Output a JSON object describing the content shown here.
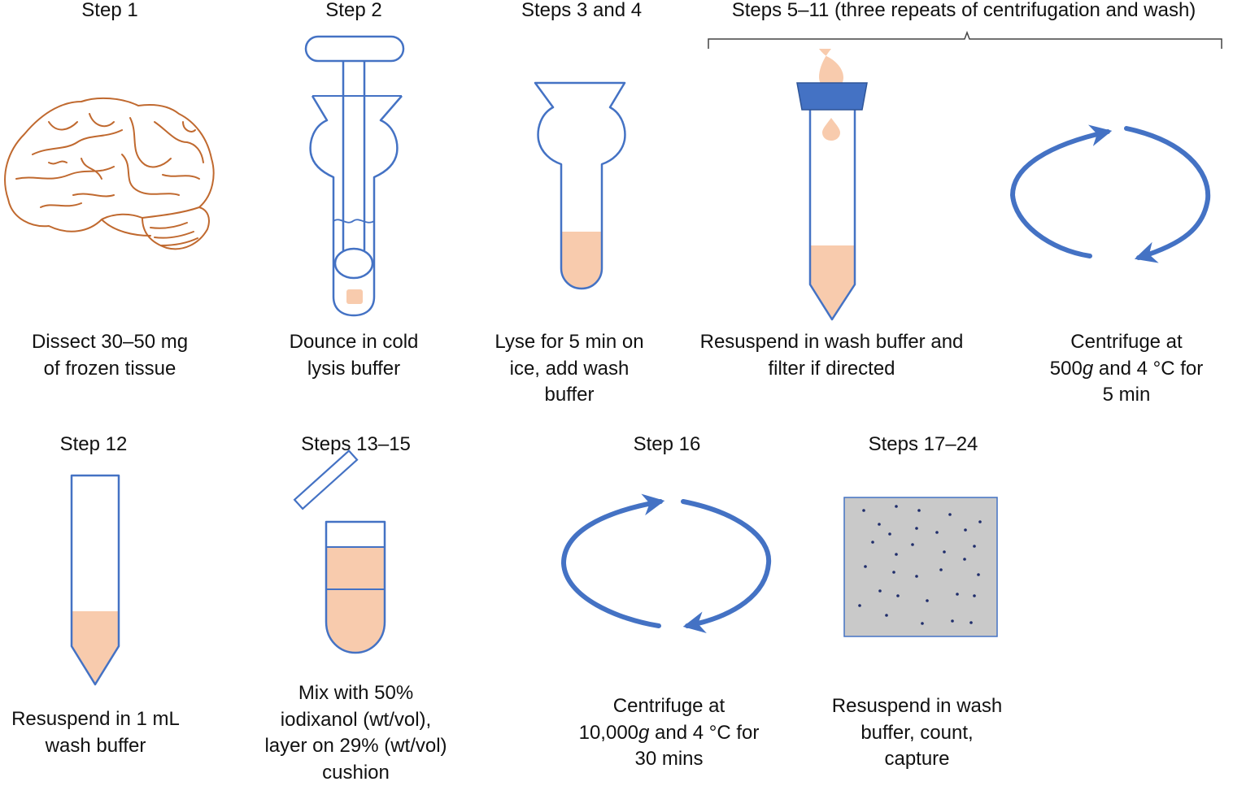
{
  "steps": {
    "s1": {
      "label": "Step 1",
      "lines": [
        "Dissect 30–50 mg",
        "of frozen tissue"
      ]
    },
    "s2": {
      "label": "Step 2",
      "lines": [
        "Dounce in cold",
        "lysis buffer"
      ]
    },
    "s3": {
      "label": "Steps 3 and 4",
      "lines": [
        "Lyse for 5 min on",
        "ice, add wash",
        "buffer"
      ]
    },
    "s5": {
      "label": "Steps 5–11 (three repeats of centrifugation and wash)",
      "lines": [
        "Resuspend in wash buffer and",
        "filter if directed"
      ]
    },
    "s5b": {
      "lines_pre": [
        "Centrifuge at"
      ],
      "line2_pre": "500",
      "line2_g": "g",
      "line2_post": " and 4 °C for",
      "line3": "5 min"
    },
    "s12": {
      "label": "Step 12",
      "lines": [
        "Resuspend in 1 mL",
        "wash buffer"
      ]
    },
    "s13": {
      "label": "Steps 13–15",
      "lines": [
        "Mix with 50%",
        "iodixanol (wt/vol),",
        "layer on 29% (wt/vol)",
        "cushion"
      ]
    },
    "s16": {
      "label": "Step 16",
      "line1": "Centrifuge at",
      "line2_pre": "10,000",
      "line2_g": "g",
      "line2_post": " and 4 °C for",
      "line3": "30 mins"
    },
    "s17": {
      "label": "Steps 17–24",
      "lines": [
        "Resuspend in wash",
        "buffer, count,",
        "capture"
      ]
    }
  },
  "colors": {
    "outline_blue": "#4472C4",
    "cap_blue": "#4472C4",
    "liquid_peach": "#F8CBAD",
    "brain_brown": "#C0692F",
    "slide_gray": "#C9C9C9",
    "dot_navy": "#1F2D6B"
  }
}
